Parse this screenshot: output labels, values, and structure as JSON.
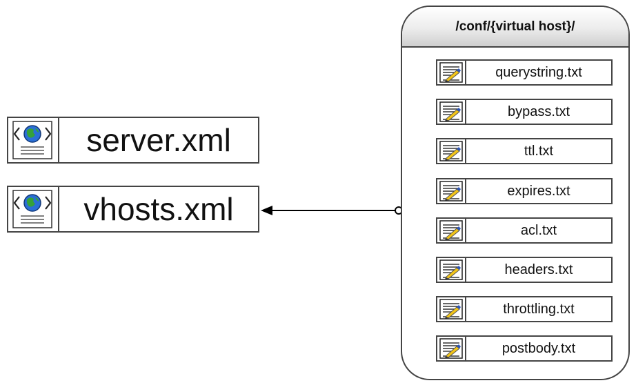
{
  "xml_files": [
    {
      "label": "server.xml",
      "icon": "xml-globe-icon"
    },
    {
      "label": "vhosts.xml",
      "icon": "xml-globe-icon"
    }
  ],
  "folder": {
    "title": "/conf/{virtual host}/",
    "files": [
      {
        "label": "querystring.txt",
        "icon": "text-file-icon"
      },
      {
        "label": "bypass.txt",
        "icon": "text-file-icon"
      },
      {
        "label": "ttl.txt",
        "icon": "text-file-icon"
      },
      {
        "label": "expires.txt",
        "icon": "text-file-icon"
      },
      {
        "label": "acl.txt",
        "icon": "text-file-icon"
      },
      {
        "label": "headers.txt",
        "icon": "text-file-icon"
      },
      {
        "label": "throttling.txt",
        "icon": "text-file-icon"
      },
      {
        "label": "postbody.txt",
        "icon": "text-file-icon"
      }
    ]
  },
  "connector": {
    "from": "/conf/{virtual host}/",
    "to": "vhosts.xml"
  }
}
